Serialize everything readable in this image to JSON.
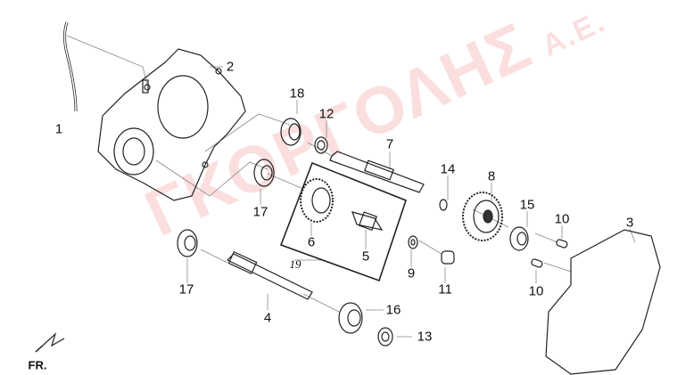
{
  "watermark": {
    "name": "ΓΚΟΡΓΟΛΗΣ",
    "suffix": "Α.Ε."
  },
  "direction_label": "FR.",
  "callouts": {
    "c1": "1",
    "c2": "2",
    "c3": "3",
    "c4": "4",
    "c5": "5",
    "c6": "6",
    "c7": "7",
    "c8": "8",
    "c9": "9",
    "c10a": "10",
    "c10b": "10",
    "c11": "11",
    "c12": "12",
    "c13": "13",
    "c14": "14",
    "c15": "15",
    "c16": "16",
    "c17a": "17",
    "c17b": "17",
    "c18": "18",
    "c19": "19"
  },
  "colors": {
    "line": "#222222",
    "leader": "#888888",
    "watermark": "#eb5050"
  }
}
